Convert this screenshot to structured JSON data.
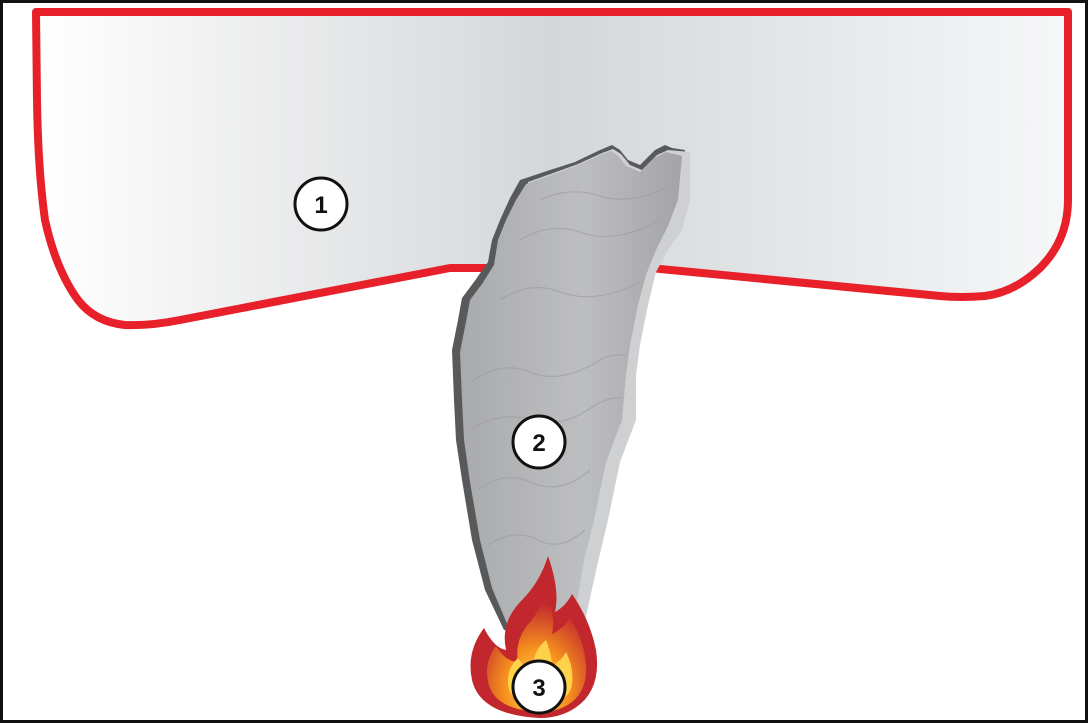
{
  "diagram": {
    "colors": {
      "frame_border": "#111111",
      "enclosure_outline": "#e8202a",
      "enclosure_fill_light": "#f4f5f6",
      "enclosure_fill_mid": "#d6d8da",
      "smoke_fill": "#b4b5b7",
      "smoke_edge_dark": "#58595b",
      "smoke_edge_light": "#cfd0d2",
      "flame_outer": "#c1272d",
      "flame_inner": "#f7931e",
      "flame_core": "#ffd24a"
    },
    "icons": {
      "enclosure": "room-ceiling-shape",
      "smoke": "smoke-plume-icon",
      "fire": "flame-icon"
    },
    "callouts": [
      {
        "id": "1",
        "label": "1"
      },
      {
        "id": "2",
        "label": "2"
      },
      {
        "id": "3",
        "label": "3"
      }
    ]
  }
}
